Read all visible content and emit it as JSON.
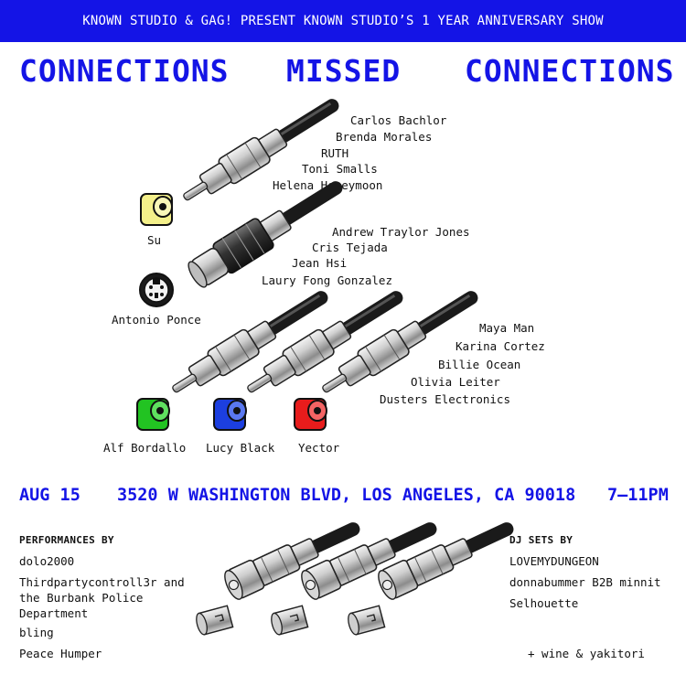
{
  "banner": "KNOWN STUDIO & GAG! PRESENT KNOWN STUDIO’S 1 YEAR ANNIVERSARY SHOW",
  "title": {
    "word1": "CONNECTIONS",
    "word2": "MISSED",
    "word3": "CONNECTIONS"
  },
  "group_rca_single": [
    "Carlos Bachlor",
    "Brenda Morales",
    "RUTH",
    "Toni Smalls",
    "Helena Honeymoon"
  ],
  "group_svideo": [
    "Andrew Traylor Jones",
    "Cris Tejada",
    "Jean Hsi",
    "Laury Fong Gonzalez"
  ],
  "group_rca_triple": [
    "Maya Man",
    "Karina Cortez",
    "Billie Ocean",
    "Olivia Leiter",
    "Dusters Electronics"
  ],
  "jacks": {
    "yellow": "Su",
    "svideo": "Antonio Ponce",
    "green": "Alf Bordallo",
    "blue": "Lucy Black",
    "red": "Yector"
  },
  "colors": {
    "blue": "#1414e6",
    "yellow": "#f4f08a",
    "green": "#22c322",
    "jack_blue": "#1c3fe0",
    "red": "#e81c1c"
  },
  "event": {
    "date": "AUG 15",
    "address": "3520 W WASHINGTON BLVD, LOS ANGELES, CA 90018",
    "time": "7–11PM"
  },
  "performances": {
    "heading": "PERFORMANCES BY",
    "items": [
      "dolo2000",
      "Thirdpartycontroll3r and the Burbank Police Department",
      "bling",
      "Peace Humper"
    ]
  },
  "dj_sets": {
    "heading": "DJ SETS BY",
    "items": [
      "LOVEMYDUNGEON",
      "donnabummer B2B minnit",
      "Selhouette"
    ],
    "extra": "+ wine & yakitori"
  }
}
